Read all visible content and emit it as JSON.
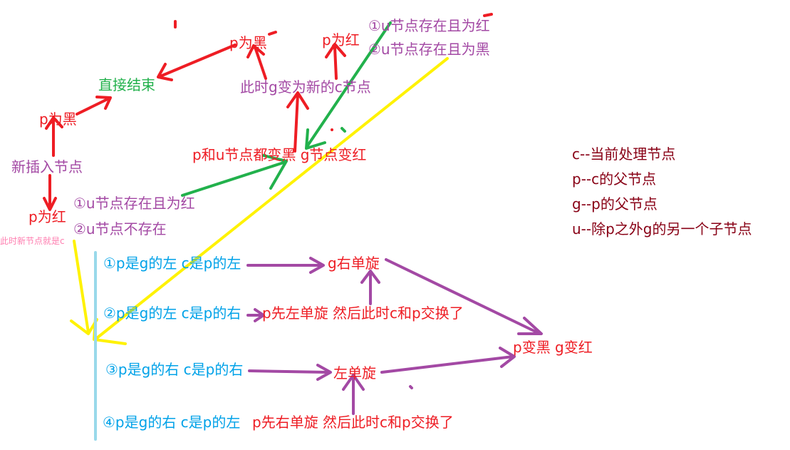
{
  "colors": {
    "red": "#ee1d24",
    "purple": "#a349a4",
    "green": "#22b14c",
    "yellow": "#fff200",
    "blue": "#00a2e8",
    "light_blue": "#99d9ea",
    "dark_red": "#880015",
    "pink": "#ff7eb0"
  },
  "nodes": {
    "insert": "新插入节点",
    "p_black_left": "p为黑",
    "p_red_left": "p为红",
    "end_direct": "直接结束",
    "p_black_top": "p为黑",
    "p_red_top": "p为红",
    "g_becomes_c": "此时g变为新的c节点",
    "case_u_red_top": "①u节点存在且为红",
    "case_u_black_top": "②u节点存在且为黑",
    "recolor": "p和u节点都变黑  g节点变红",
    "case_u_red": "①u节点存在且为红",
    "case_u_absent": "②u节点不存在",
    "new_node_is_c": "此时新节点就是c",
    "rot_case1": "①p是g的左 c是p的左",
    "rot_case2": "②p是g的左 c是p的右",
    "rot_case3": "③p是g的右 c是p的右",
    "rot_case4": "④p是g的右 c是p的左",
    "g_right_rotate": "g右单旋",
    "p_left_then_swap": "p先左单旋 然后此时c和p交换了",
    "left_rotate": "左单旋",
    "p_right_then_swap": "p先右单旋 然后此时c和p交换了",
    "final_recolor": "p变黑 g变红"
  },
  "legend": [
    "c--当前处理节点",
    "p--c的父节点",
    "g--p的父节点",
    "u--除p之外g的另一个子节点"
  ]
}
